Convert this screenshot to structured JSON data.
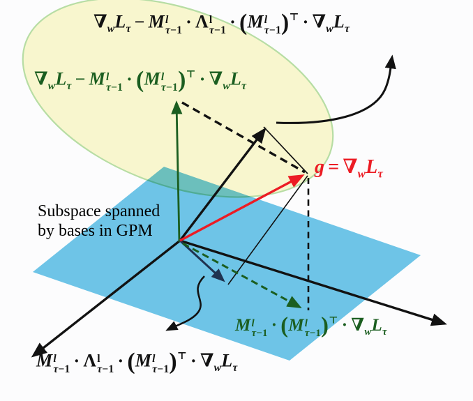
{
  "title": "GPM gradient projection diagram",
  "labels": {
    "top_formula_html": "<b>∇</b><sub class='s'><b><i>w</i></b></sub><b><i>L</i></b><sub class='s'><b><i>τ</i></b></sub><span class='d'>−</span><b><i>M</i></b><span class='ms'><span><i>l</i></span><span><i>τ</i>−1</span></span><span class='d'>·</span><b>Λ</b><span class='ms'><span>l</span><span><i>τ</i>−1</span></span><span class='d'>·</span><span class='pr'>(</span><b><i>M</i></b><span class='ms'><span><i>l</i></span><span><i>τ</i>−1</span></span><span class='pr'>)</span><span class='tp'>⊤</span><span class='d'>·</span><b>∇</b><sub class='s'><b><i>w</i></b></sub><b><i>L</i></b><sub class='s'><b><i>τ</i></b></sub>",
    "green_residual_html": "<b>∇</b><sub class='s'><b><i>w</i></b></sub><b><i>L</i></b><sub class='s'><b><i>τ</i></b></sub><span class='d'>−</span><b><i>M</i></b><span class='ms'><span><i>l</i></span><span><i>τ</i>−1</span></span><span class='d'>·</span><span class='pr'>(</span><b><i>M</i></b><span class='ms'><span><i>l</i></span><span><i>τ</i>−1</span></span><span class='pr'>)</span><span class='tp'>⊤</span><span class='d'>·</span><b>∇</b><sub class='s'><b><i>w</i></b></sub><b><i>L</i></b><sub class='s'><b><i>τ</i></b></sub>",
    "gradient_g_html": "<b><i>g</i></b><span class='d'>=</span><b>∇</b><sub class='s'><b><i>w</i></b></sub><b><i>L</i></b><sub class='s'><b><i>τ</i></b></sub>",
    "subspace_line1": "Subspace spanned",
    "subspace_line2": "by bases in GPM",
    "green_projection_html": "<b><i>M</i></b><span class='ms'><span><i>l</i></span><span><i>τ</i>−1</span></span><span class='d'>·</span><span class='pr'>(</span><b><i>M</i></b><span class='ms'><span><i>l</i></span><span><i>τ</i>−1</span></span><span class='pr'>)</span><span class='tp'>⊤</span><span class='d'>·</span><b>∇</b><sub class='s'><b><i>w</i></b></sub><b><i>L</i></b><sub class='s'><b><i>τ</i></b></sub>",
    "black_projection_html": "<b><i>M</i></b><span class='ms'><span><i>l</i></span><span><i>τ</i>−1</span></span><span class='d'>·</span><b>Λ</b><span class='ms'><span>l</span><span><i>τ</i>−1</span></span><span class='d'>·</span><span class='pr'>(</span><b><i>M</i></b><span class='ms'><span><i>l</i></span><span><i>τ</i>−1</span></span><span class='pr'>)</span><span class='tp'>⊤</span><span class='d'>·</span><b>∇</b><sub class='s'><b><i>w</i></b></sub><b><i>L</i></b><sub class='s'><b><i>τ</i></b></sub>"
  },
  "colors": {
    "background": "#fcfcfd",
    "plane_blue": "#6ec4e7",
    "ellipse_fill": "#fbf9d0",
    "ellipse_border": "#b9e0a5",
    "dark_green": "#1b5e20",
    "red": "#ec1c24",
    "navy": "#1f3350",
    "black": "#121212"
  }
}
